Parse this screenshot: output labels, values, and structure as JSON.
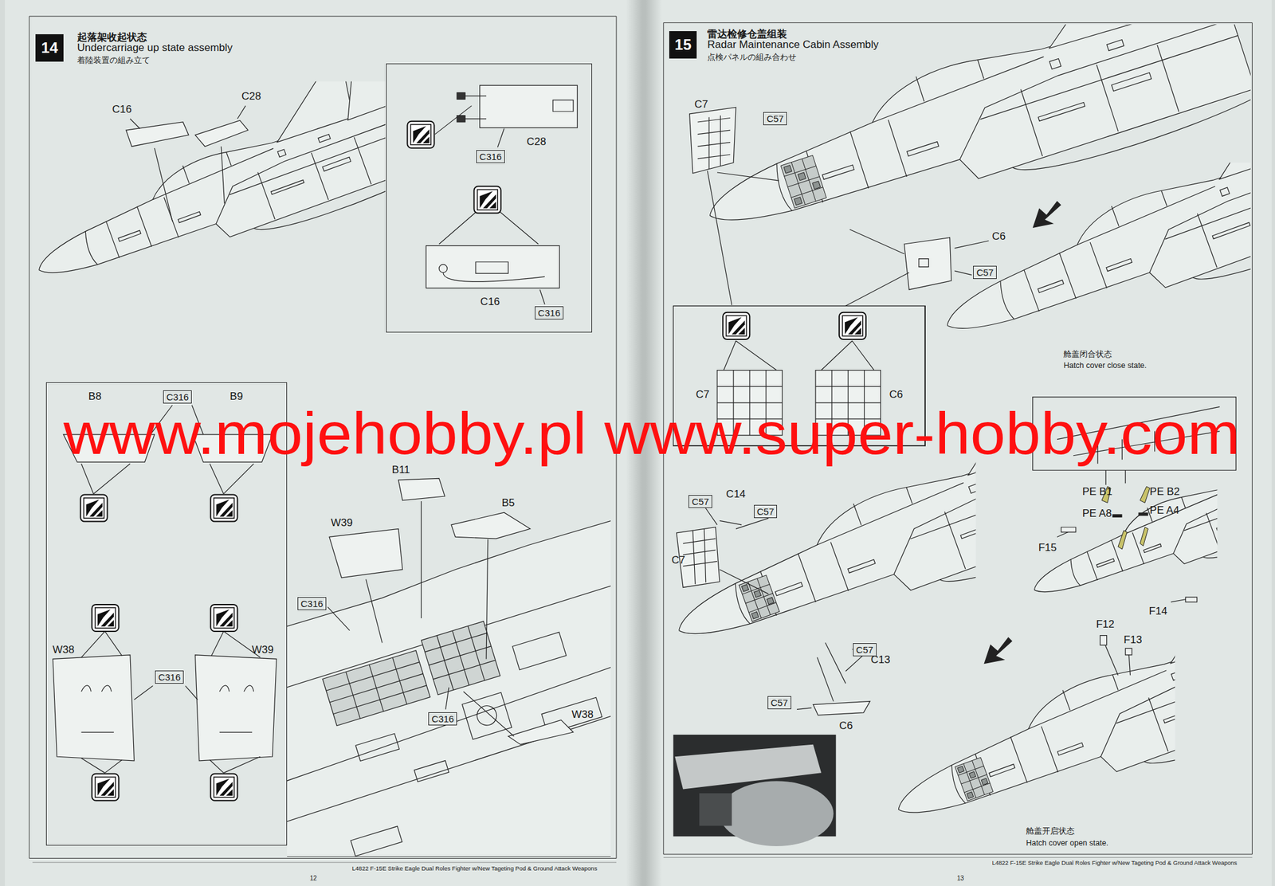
{
  "diagram": {
    "nodes": [
      {
        "text": [
          "14",
          "起落架收起状态",
          "Undercarriage up state assembly",
          "着陸装置の組み立て"
        ]
      },
      {
        "text": [
          "C28",
          "C16"
        ]
      },
      {
        "text": [
          "C316"
        ],
        "in": 1
      },
      {
        "text": [
          "C316"
        ],
        "in": 1
      },
      {
        "text": [
          "B8",
          "B9",
          "W38",
          "W39"
        ]
      },
      {
        "text": [
          "C316"
        ],
        "in": 4
      },
      {
        "text": [
          "C316"
        ],
        "in": 4
      },
      {
        "text": [
          "C316"
        ]
      },
      {
        "text": [
          "C316"
        ]
      },
      {
        "text": [
          "15",
          "雷达检修仓盖组装",
          "Radar Maintenance Cabin Assembly",
          "点検パネルの組み合わせ"
        ]
      },
      {
        "text": [
          "C57"
        ]
      },
      {
        "text": [
          "C57"
        ]
      },
      {
        "text": [
          "C7",
          "C6"
        ]
      },
      {
        "text": [
          "C57"
        ]
      },
      {
        "text": [
          "C57"
        ]
      },
      {
        "text": [
          "C57"
        ]
      },
      {
        "text": [
          "C57"
        ]
      }
    ],
    "labels": [
      "C16",
      "C28",
      "B11",
      "B5",
      "W39",
      "W38",
      "L4822 F-15E Strike Eagle Dual Roles Fighter w/New Tageting Pod & Ground Attack Weapons",
      "12",
      "C7",
      "C6",
      "舱盖闭合状态",
      "Hatch cover close state.",
      "C14",
      "C7",
      "C13",
      "C6",
      "PE B1",
      "PE B2",
      "PE A8",
      "PE A4",
      "F15",
      "F14",
      "F12",
      "F13",
      "舱盖开启状态",
      "Hatch cover open state.",
      "L4822 F-15E Strike Eagle Dual Roles Fighter w/New Tageting Pod & Ground Attack Weapons",
      "13",
      "www.mojehobby.pl www.super-hobby.com"
    ]
  }
}
